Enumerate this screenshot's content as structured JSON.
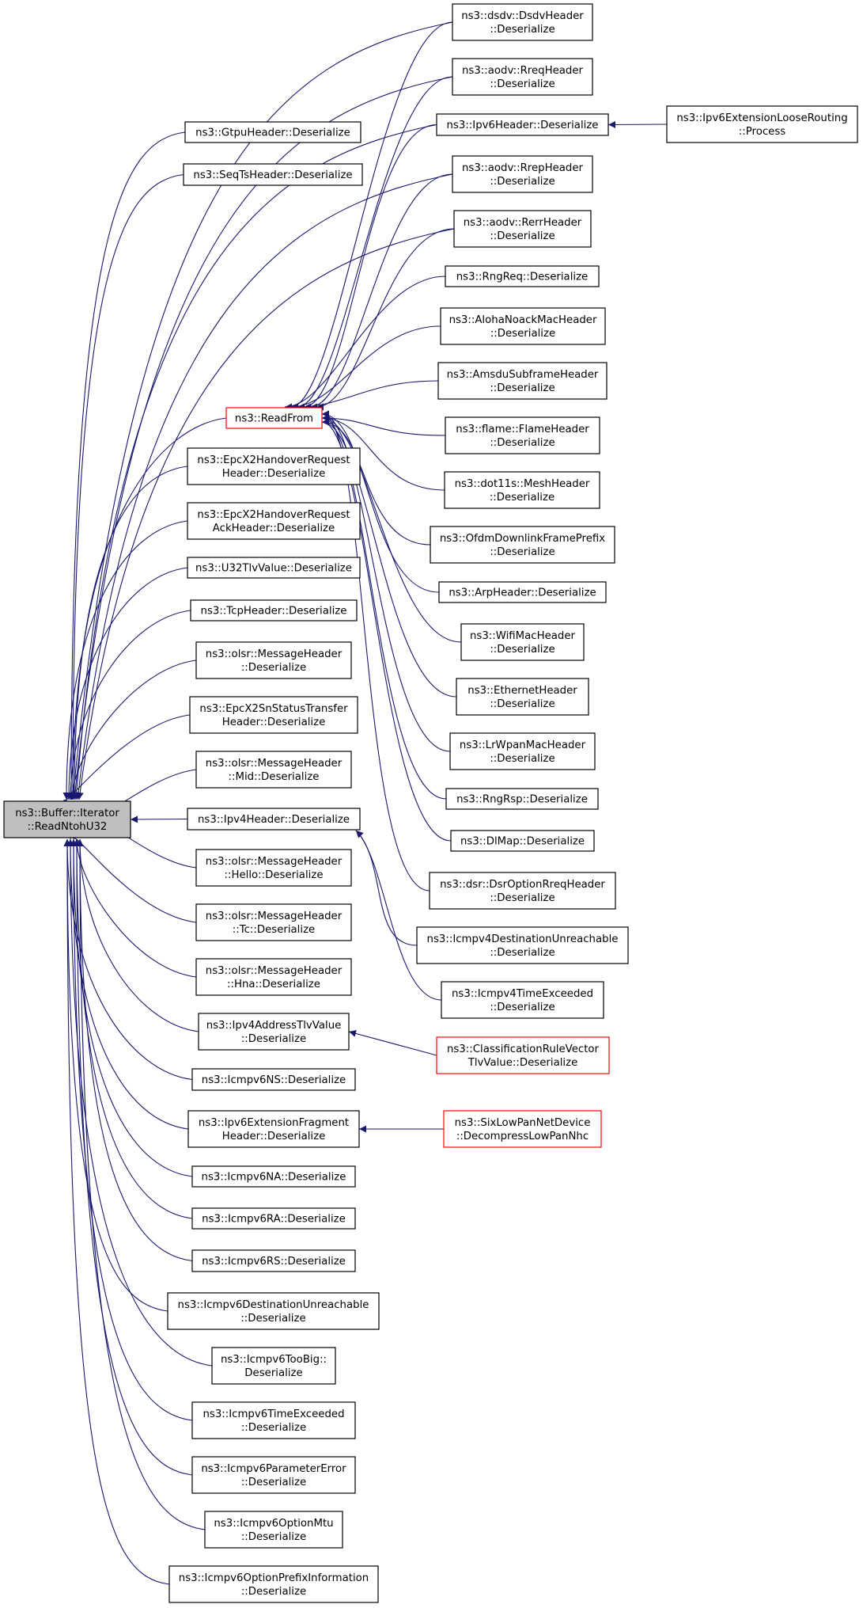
{
  "colors": {
    "edge": "#191970",
    "border_normal": "#000000",
    "border_truncated": "#ff0000",
    "root_fill": "#bfbfbf",
    "node_fill": "#ffffff"
  },
  "nodes": [
    {
      "id": "root",
      "lines": [
        "ns3::Buffer::Iterator",
        "::ReadNtohU32"
      ],
      "style": "root"
    },
    {
      "id": "gtpu",
      "lines": [
        "ns3::GtpuHeader::Deserialize"
      ]
    },
    {
      "id": "seqts",
      "lines": [
        "ns3::SeqTsHeader::Deserialize"
      ]
    },
    {
      "id": "readfrom",
      "lines": [
        "ns3::ReadFrom"
      ],
      "style": "truncated"
    },
    {
      "id": "epcx2hr",
      "lines": [
        "ns3::EpcX2HandoverRequest",
        "Header::Deserialize"
      ]
    },
    {
      "id": "epcx2hra",
      "lines": [
        "ns3::EpcX2HandoverRequest",
        "AckHeader::Deserialize"
      ]
    },
    {
      "id": "u32tlv",
      "lines": [
        "ns3::U32TlvValue::Deserialize"
      ]
    },
    {
      "id": "tcp",
      "lines": [
        "ns3::TcpHeader::Deserialize"
      ]
    },
    {
      "id": "olsrmsg",
      "lines": [
        "ns3::olsr::MessageHeader",
        "::Deserialize"
      ]
    },
    {
      "id": "epcx2sn",
      "lines": [
        "ns3::EpcX2SnStatusTransfer",
        "Header::Deserialize"
      ]
    },
    {
      "id": "olsrmid",
      "lines": [
        "ns3::olsr::MessageHeader",
        "::Mid::Deserialize"
      ]
    },
    {
      "id": "ipv4h",
      "lines": [
        "ns3::Ipv4Header::Deserialize"
      ]
    },
    {
      "id": "olsrhello",
      "lines": [
        "ns3::olsr::MessageHeader",
        "::Hello::Deserialize"
      ]
    },
    {
      "id": "olsrtc",
      "lines": [
        "ns3::olsr::MessageHeader",
        "::Tc::Deserialize"
      ]
    },
    {
      "id": "olsrhna",
      "lines": [
        "ns3::olsr::MessageHeader",
        "::Hna::Deserialize"
      ]
    },
    {
      "id": "ipv4addr",
      "lines": [
        "ns3::Ipv4AddressTlvValue",
        "::Deserialize"
      ]
    },
    {
      "id": "icmp6ns",
      "lines": [
        "ns3::Icmpv6NS::Deserialize"
      ]
    },
    {
      "id": "ipv6frag",
      "lines": [
        "ns3::Ipv6ExtensionFragment",
        "Header::Deserialize"
      ]
    },
    {
      "id": "icmp6na",
      "lines": [
        "ns3::Icmpv6NA::Deserialize"
      ]
    },
    {
      "id": "icmp6ra",
      "lines": [
        "ns3::Icmpv6RA::Deserialize"
      ]
    },
    {
      "id": "icmp6rs",
      "lines": [
        "ns3::Icmpv6RS::Deserialize"
      ]
    },
    {
      "id": "icmp6du",
      "lines": [
        "ns3::Icmpv6DestinationUnreachable",
        "::Deserialize"
      ]
    },
    {
      "id": "icmp6tb",
      "lines": [
        "ns3::Icmpv6TooBig::",
        "Deserialize"
      ]
    },
    {
      "id": "icmp6te",
      "lines": [
        "ns3::Icmpv6TimeExceeded",
        "::Deserialize"
      ]
    },
    {
      "id": "icmp6pe",
      "lines": [
        "ns3::Icmpv6ParameterError",
        "::Deserialize"
      ]
    },
    {
      "id": "icmp6mtu",
      "lines": [
        "ns3::Icmpv6OptionMtu",
        "::Deserialize"
      ]
    },
    {
      "id": "icmp6pi",
      "lines": [
        "ns3::Icmpv6OptionPrefixInformation",
        "::Deserialize"
      ]
    },
    {
      "id": "dsdv",
      "lines": [
        "ns3::dsdv::DsdvHeader",
        "::Deserialize"
      ]
    },
    {
      "id": "rreq",
      "lines": [
        "ns3::aodv::RreqHeader",
        "::Deserialize"
      ]
    },
    {
      "id": "ipv6h",
      "lines": [
        "ns3::Ipv6Header::Deserialize"
      ]
    },
    {
      "id": "rrep",
      "lines": [
        "ns3::aodv::RrepHeader",
        "::Deserialize"
      ]
    },
    {
      "id": "rerr",
      "lines": [
        "ns3::aodv::RerrHeader",
        "::Deserialize"
      ]
    },
    {
      "id": "rngreq",
      "lines": [
        "ns3::RngReq::Deserialize"
      ]
    },
    {
      "id": "aloha",
      "lines": [
        "ns3::AlohaNoackMacHeader",
        "::Deserialize"
      ]
    },
    {
      "id": "amsdu",
      "lines": [
        "ns3::AmsduSubframeHeader",
        "::Deserialize"
      ]
    },
    {
      "id": "flame",
      "lines": [
        "ns3::flame::FlameHeader",
        "::Deserialize"
      ]
    },
    {
      "id": "mesh",
      "lines": [
        "ns3::dot11s::MeshHeader",
        "::Deserialize"
      ]
    },
    {
      "id": "ofdm",
      "lines": [
        "ns3::OfdmDownlinkFramePrefix",
        "::Deserialize"
      ]
    },
    {
      "id": "arp",
      "lines": [
        "ns3::ArpHeader::Deserialize"
      ]
    },
    {
      "id": "wifimac",
      "lines": [
        "ns3::WifiMacHeader",
        "::Deserialize"
      ]
    },
    {
      "id": "ether",
      "lines": [
        "ns3::EthernetHeader",
        "::Deserialize"
      ]
    },
    {
      "id": "lrwpan",
      "lines": [
        "ns3::LrWpanMacHeader",
        "::Deserialize"
      ]
    },
    {
      "id": "rngrsp",
      "lines": [
        "ns3::RngRsp::Deserialize"
      ]
    },
    {
      "id": "dlmap",
      "lines": [
        "ns3::DlMap::Deserialize"
      ]
    },
    {
      "id": "dsrrreq",
      "lines": [
        "ns3::dsr::DsrOptionRreqHeader",
        "::Deserialize"
      ]
    },
    {
      "id": "icmp4du",
      "lines": [
        "ns3::Icmpv4DestinationUnreachable",
        "::Deserialize"
      ]
    },
    {
      "id": "icmp4te",
      "lines": [
        "ns3::Icmpv4TimeExceeded",
        "::Deserialize"
      ]
    },
    {
      "id": "classrule",
      "lines": [
        "ns3::ClassificationRuleVector",
        "TlvValue::Deserialize"
      ],
      "style": "truncated"
    },
    {
      "id": "sixlowpan",
      "lines": [
        "ns3::SixLowPanNetDevice",
        "::DecompressLowPanNhc"
      ],
      "style": "truncated"
    },
    {
      "id": "ipv6loose",
      "lines": [
        "ns3::Ipv6ExtensionLooseRouting",
        "::Process"
      ]
    }
  ],
  "edges": [
    [
      "gtpu",
      "root"
    ],
    [
      "seqts",
      "root"
    ],
    [
      "readfrom",
      "root"
    ],
    [
      "epcx2hr",
      "root"
    ],
    [
      "epcx2hra",
      "root"
    ],
    [
      "u32tlv",
      "root"
    ],
    [
      "tcp",
      "root"
    ],
    [
      "olsrmsg",
      "root"
    ],
    [
      "epcx2sn",
      "root"
    ],
    [
      "olsrmid",
      "root"
    ],
    [
      "ipv4h",
      "root"
    ],
    [
      "olsrhello",
      "root"
    ],
    [
      "olsrtc",
      "root"
    ],
    [
      "olsrhna",
      "root"
    ],
    [
      "ipv4addr",
      "root"
    ],
    [
      "icmp6ns",
      "root"
    ],
    [
      "ipv6frag",
      "root"
    ],
    [
      "icmp6na",
      "root"
    ],
    [
      "icmp6ra",
      "root"
    ],
    [
      "icmp6rs",
      "root"
    ],
    [
      "icmp6du",
      "root"
    ],
    [
      "icmp6tb",
      "root"
    ],
    [
      "icmp6te",
      "root"
    ],
    [
      "icmp6pe",
      "root"
    ],
    [
      "icmp6mtu",
      "root"
    ],
    [
      "icmp6pi",
      "root"
    ],
    [
      "dsdv",
      "root"
    ],
    [
      "rreq",
      "root"
    ],
    [
      "ipv6h",
      "root"
    ],
    [
      "rrep",
      "root"
    ],
    [
      "rerr",
      "root"
    ],
    [
      "dsdv",
      "readfrom"
    ],
    [
      "rreq",
      "readfrom"
    ],
    [
      "ipv6h",
      "readfrom"
    ],
    [
      "rrep",
      "readfrom"
    ],
    [
      "rerr",
      "readfrom"
    ],
    [
      "rngreq",
      "readfrom"
    ],
    [
      "aloha",
      "readfrom"
    ],
    [
      "amsdu",
      "readfrom"
    ],
    [
      "flame",
      "readfrom"
    ],
    [
      "mesh",
      "readfrom"
    ],
    [
      "ofdm",
      "readfrom"
    ],
    [
      "arp",
      "readfrom"
    ],
    [
      "wifimac",
      "readfrom"
    ],
    [
      "ether",
      "readfrom"
    ],
    [
      "lrwpan",
      "readfrom"
    ],
    [
      "rngrsp",
      "readfrom"
    ],
    [
      "dlmap",
      "readfrom"
    ],
    [
      "dsrrreq",
      "readfrom"
    ],
    [
      "icmp4du",
      "ipv4h"
    ],
    [
      "icmp4te",
      "ipv4h"
    ],
    [
      "classrule",
      "ipv4addr"
    ],
    [
      "sixlowpan",
      "ipv6frag"
    ],
    [
      "ipv6loose",
      "ipv6h"
    ]
  ]
}
